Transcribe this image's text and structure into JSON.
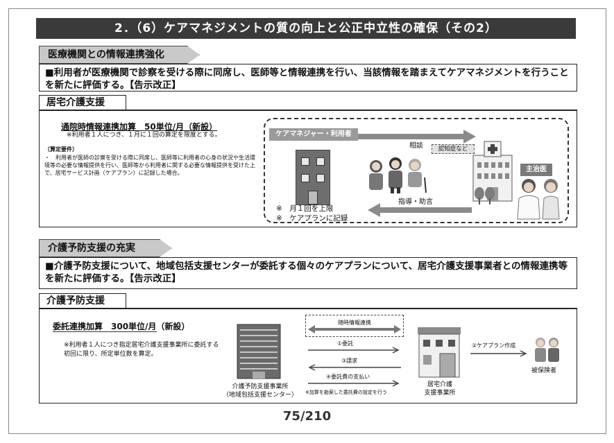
{
  "title": "2．（6）ケアマネジメントの質の向上と公正中立性の確保（その2）",
  "section1": {
    "tab": "医療機関との情報連携強化",
    "summary": "■利用者が医療機関で診察を受ける際に同席し、医師等と情報連携を行い、当該情報を踏まえてケアマネジメントを行うことを新たに評価する。",
    "summary_note": "【告示改正】",
    "subtab": "居宅介護支援",
    "addition_title": "通院時情報連携加算　50単位/月（新設）",
    "addition_note": "※利用者１人につき、１月に１回の算定を限度とする。",
    "requirements_head": "〔算定要件〕",
    "requirements_body": "・　利用者が医師の診察を受ける際に同席し、医師等に利用者の心身の状況や生活環境等の必要な情報提供を行い、医師等から利用者に関する必要な情報提供を受けた上で、居宅サービス計画（ケアプラン）に記録した場合。",
    "diagram": {
      "cm_label": "ケアマネジャー・利用者",
      "consult": "相談",
      "dementia": "認知症など",
      "doctor_label": "主治医",
      "guidance": "指導・助言",
      "limit1": "※　月１回を上限",
      "limit2": "※　ケアプランに記録"
    }
  },
  "section2": {
    "tab": "介護予防支援の充実",
    "summary": "■介護予防支援について、地域包括支援センターが委託する個々のケアプランについて、居宅介護支援事業者との情報連携等を新たに評価する。",
    "summary_note": "【告示改正】",
    "subtab": "介護予防支援",
    "addition_title": "委託連携加算　300単位/月（新設）",
    "addition_note": "※利用者１人につき指定居宅介護支援事業所に委託する初回に限り、所定単位数を算定。",
    "diagram": {
      "info": "随時情報連携",
      "step1": "①委託",
      "step3": "③請求",
      "step4": "④委託費の支払い",
      "footnote": "※加算を勘案した委託費の設定を行う",
      "left_label1": "介護予防支援事業所",
      "left_label2": "（地域包括支援センター）",
      "mid_label1": "居宅介護",
      "mid_label2": "支援事業所",
      "step2": "②ケアプラン作成",
      "right_label": "被保険者"
    }
  },
  "page_number": "75/210"
}
